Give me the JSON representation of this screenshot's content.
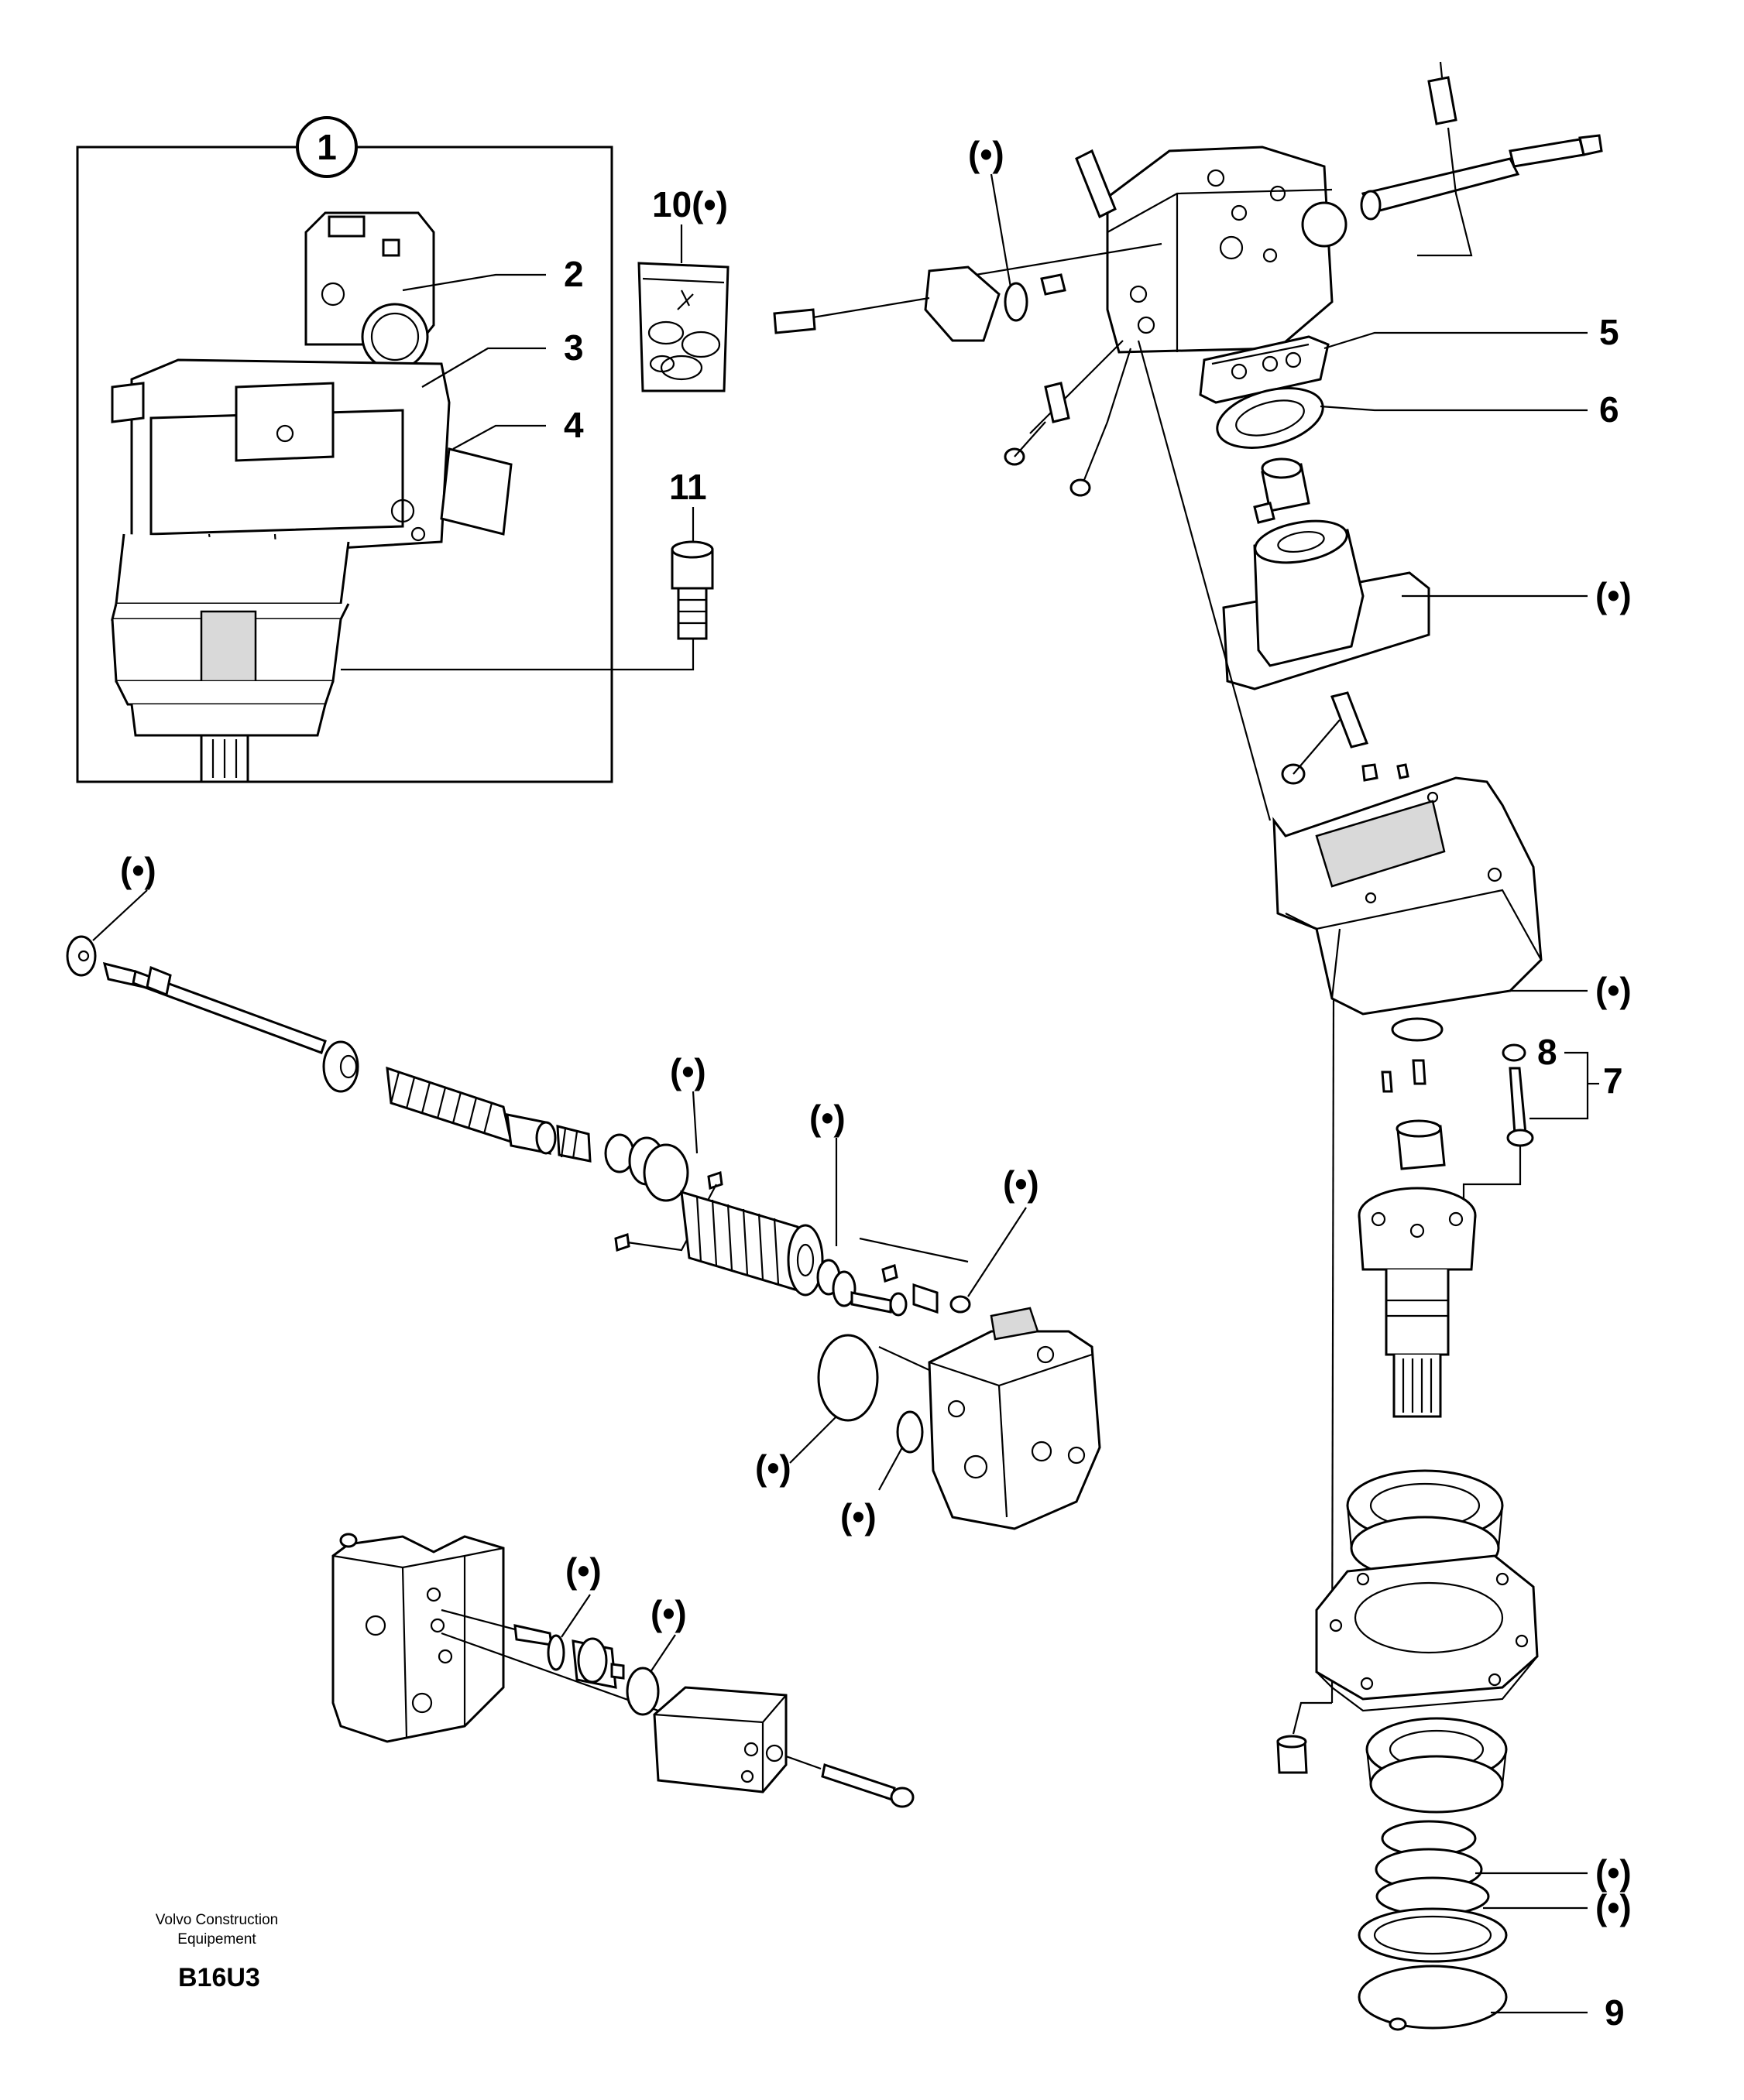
{
  "callouts": {
    "c1": "1",
    "c2": "2",
    "c3": "3",
    "c4": "4",
    "c5": "5",
    "c6": "6",
    "c7": "7",
    "c8": "8",
    "c9": "9",
    "c10": "10(•)",
    "c11": "11",
    "dot": "(•)"
  },
  "footer": {
    "brand_line1": "Volvo Construction",
    "brand_line2": "Equipement",
    "code": "B16U3"
  }
}
